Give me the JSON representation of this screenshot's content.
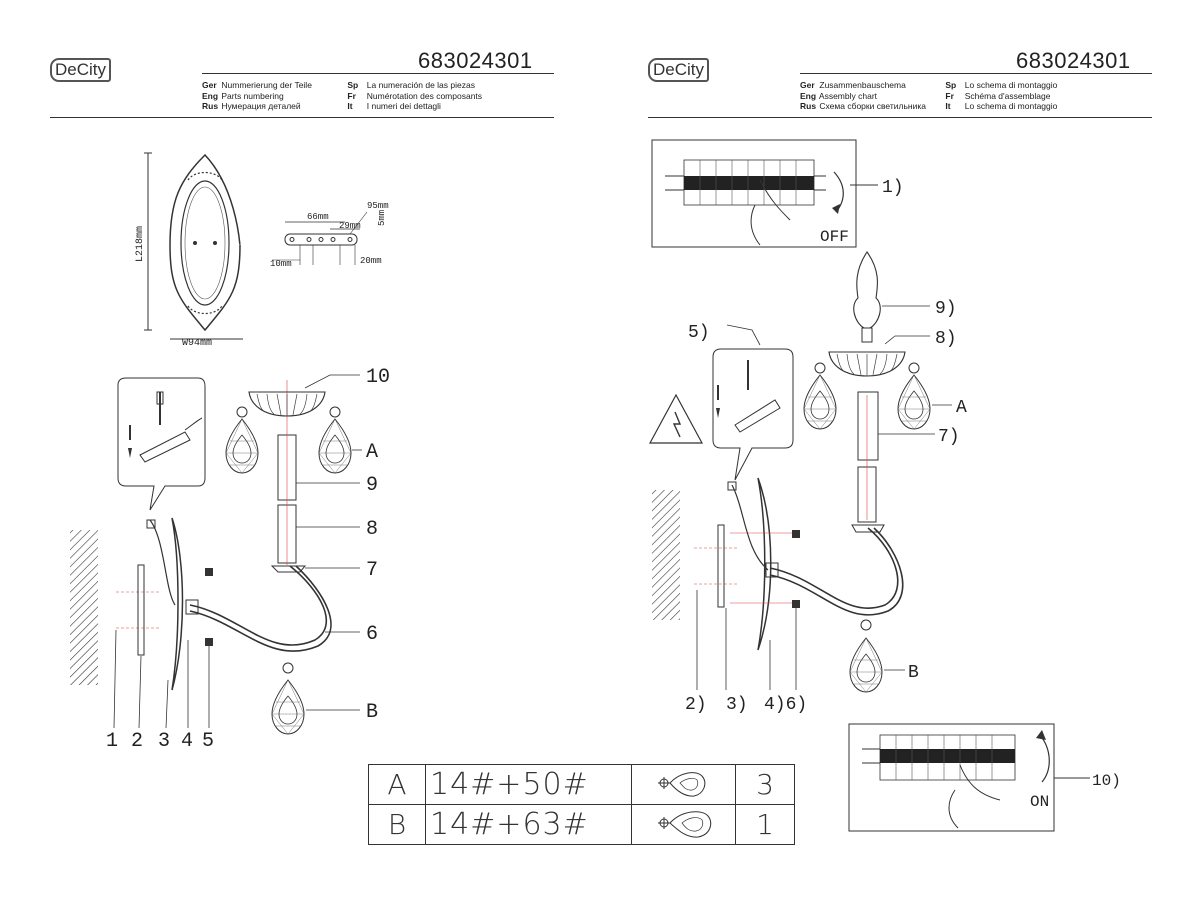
{
  "left_page": {
    "logo": "DeCity",
    "product_code": "683024301",
    "languages": [
      {
        "code": "Ger",
        "text": "Nummerierung der Teile"
      },
      {
        "code": "Eng",
        "text": "Parts numbering"
      },
      {
        "code": "Rus",
        "text": "Нумерация деталей"
      },
      {
        "code": "Sp",
        "text": "La numeración de las piezas"
      },
      {
        "code": "Fr",
        "text": "Numérotation des composants"
      },
      {
        "code": "It",
        "text": "I numeri dei dettagli"
      }
    ],
    "dimensions": {
      "height": "L218mm",
      "width": "W94mm",
      "d66": "66mm",
      "d95": "95mm",
      "d29": "29mm",
      "d5": "5mm",
      "d10": "10mm",
      "d20": "20mm"
    },
    "part_labels": [
      "10",
      "A",
      "9",
      "8",
      "7",
      "6",
      "B"
    ],
    "bottom_numbers": [
      "1",
      "2",
      "3",
      "4",
      "5"
    ]
  },
  "right_page": {
    "logo": "DeCity",
    "product_code": "683024301",
    "languages": [
      {
        "code": "Ger",
        "text": "Zusammenbauschema"
      },
      {
        "code": "Eng",
        "text": "Assembly chart"
      },
      {
        "code": "Rus",
        "text": "Схема сборки светильника"
      },
      {
        "code": "Sp",
        "text": "Lo schema di montaggio"
      },
      {
        "code": "Fr",
        "text": "Schéma d'assemblage"
      },
      {
        "code": "It",
        "text": "Lo schema di montaggio"
      }
    ],
    "steps": {
      "s1": "1)",
      "off": "OFF",
      "s5": "5)",
      "s9": "9)",
      "s8": "8)",
      "a": "A",
      "s7": "7)",
      "b": "B",
      "s2": "2)",
      "s3": "3)",
      "s46": "4)6)",
      "on": "ON",
      "s10": "10)"
    }
  },
  "parts_table": [
    {
      "label": "A",
      "spec": "14#+50#",
      "qty": "3"
    },
    {
      "label": "B",
      "spec": "14#+63#",
      "qty": "1"
    }
  ]
}
